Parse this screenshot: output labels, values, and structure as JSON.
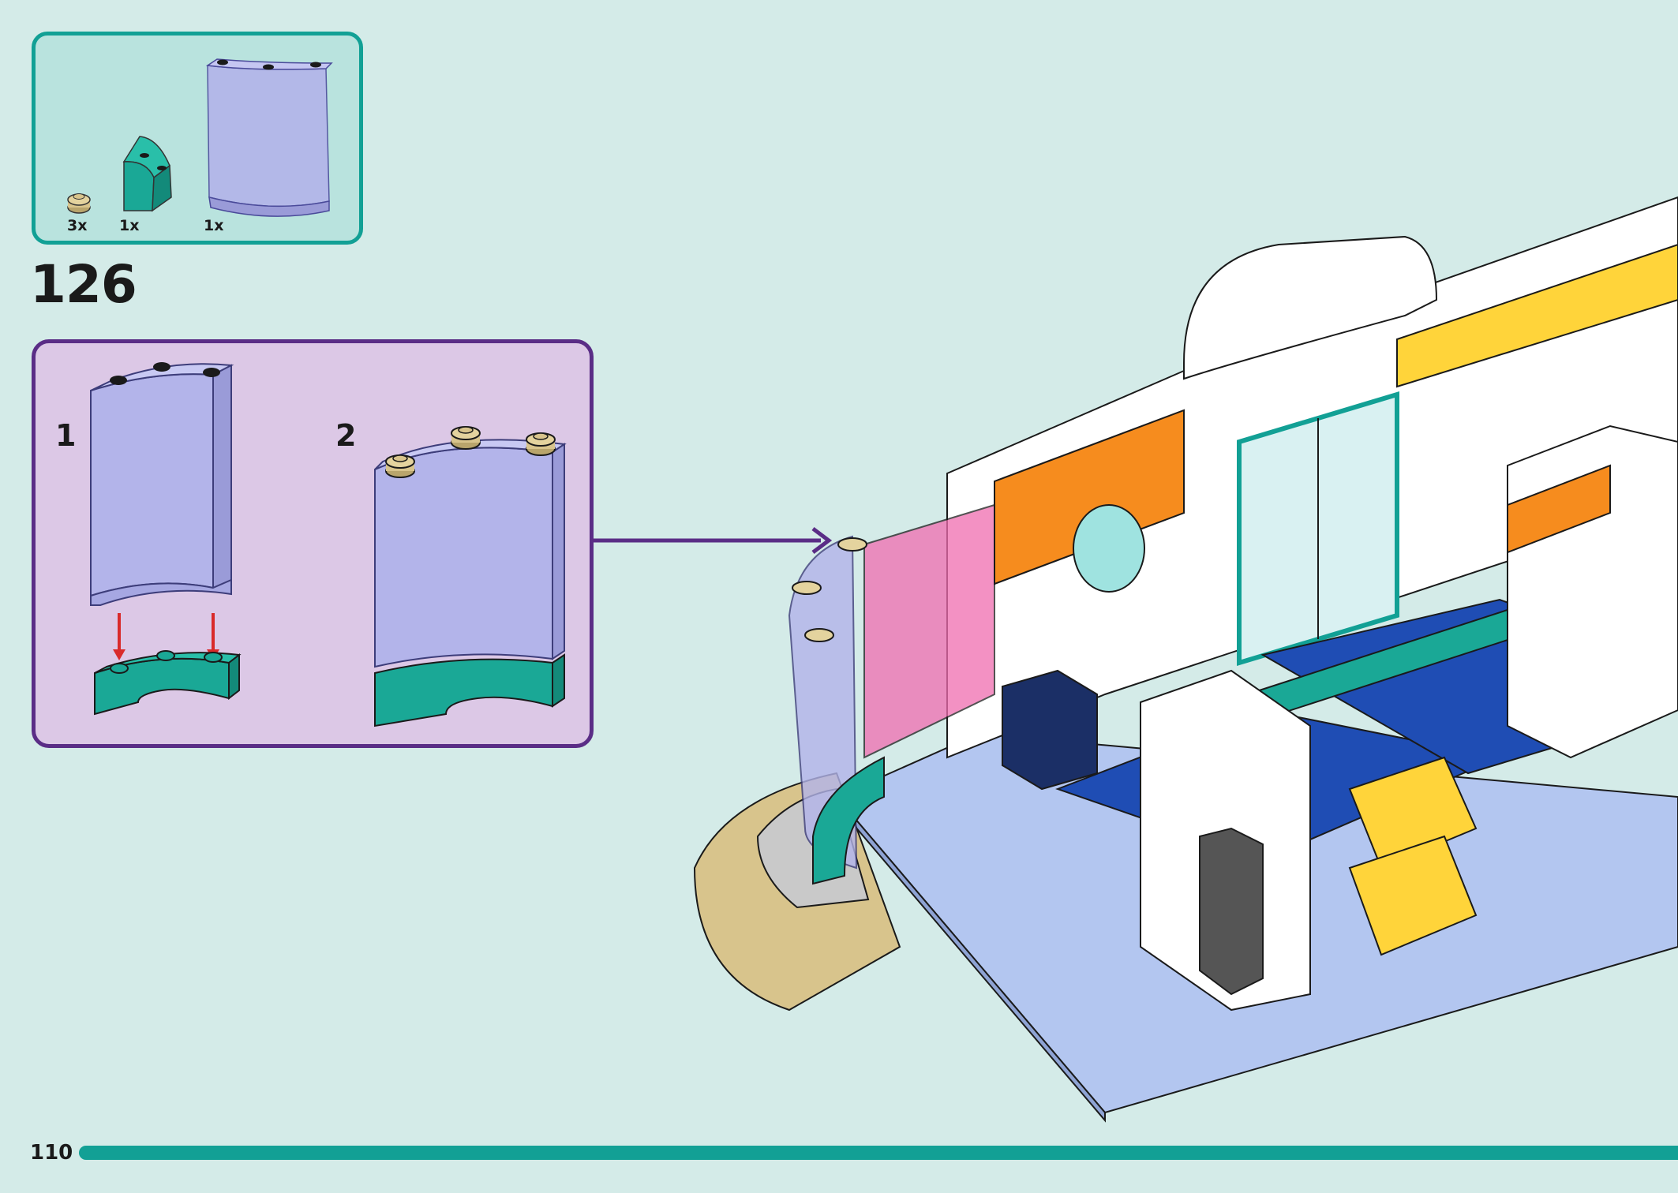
{
  "parts_list": {
    "items": [
      {
        "name": "round-plate-1x1-tan",
        "count": "3x"
      },
      {
        "name": "curved-brick-teal",
        "count": "1x"
      },
      {
        "name": "curved-panel-transparent-lilac",
        "count": "1x"
      }
    ]
  },
  "step": {
    "number": "126"
  },
  "substeps": [
    {
      "number": "1"
    },
    {
      "number": "2"
    }
  ],
  "footer": {
    "page_number": "110",
    "progress_fraction": 1.0
  },
  "colors": {
    "background": "#d4ebe8",
    "parts_box_fill": "#b9e3de",
    "parts_box_border": "#12a095",
    "substep_fill": "#dcc8e6",
    "substep_border": "#5a2d86",
    "teal_brick": "#1aa896",
    "tan_plate": "#d8c48c",
    "transparent_panel": "#b3b4ea",
    "arrow_red": "#d92a2a",
    "callout_arrow": "#5a2d86",
    "baseplate": "#b3c6f0",
    "floor_blue": "#1f4db4",
    "yellow": "#ffd43a",
    "orange": "#f68c1e",
    "pink": "#f06db0"
  }
}
